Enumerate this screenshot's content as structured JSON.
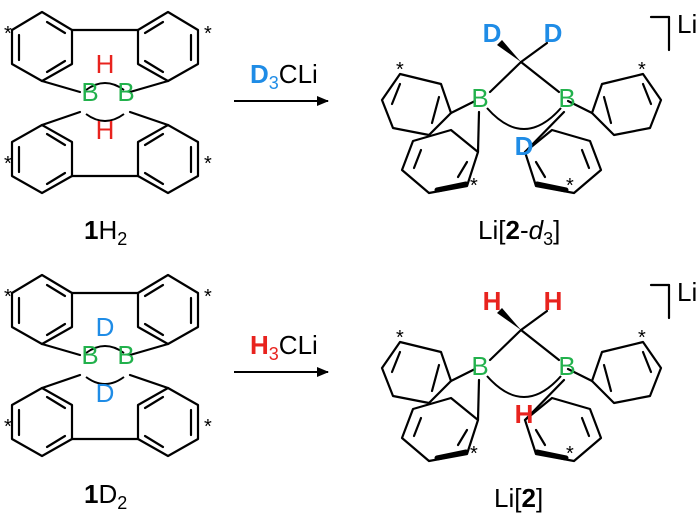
{
  "colors": {
    "boron": "#22b14c",
    "deuterium": "#1f8ce6",
    "hydrogen": "#e8231e",
    "bond": "#000000"
  },
  "atoms": {
    "boron": "B",
    "hydrogen": "H",
    "deuterium": "D"
  },
  "star": "*",
  "row1": {
    "reactant_bridge": "H",
    "reagent_isotope": "D",
    "reagent_subscript": "3",
    "reagent_tail": "CLi",
    "product_bridge": "D",
    "product_ch_label": "D",
    "counterion": "Li",
    "compound_prefix": "1",
    "compound_atom": "H",
    "compound_sub": "2",
    "product_label_a": "Li[",
    "product_label_b": "2",
    "product_label_c": "-",
    "product_label_d": "d",
    "product_label_e": "3",
    "product_label_f": "]"
  },
  "row2": {
    "reactant_bridge": "D",
    "reagent_isotope": "H",
    "reagent_subscript": "3",
    "reagent_tail": "CLi",
    "product_bridge": "H",
    "product_ch_label": "H",
    "counterion": "Li",
    "compound_prefix": "1",
    "compound_atom": "D",
    "compound_sub": "2",
    "product_label_a": "Li[",
    "product_label_b": "2",
    "product_label_c": "]"
  }
}
